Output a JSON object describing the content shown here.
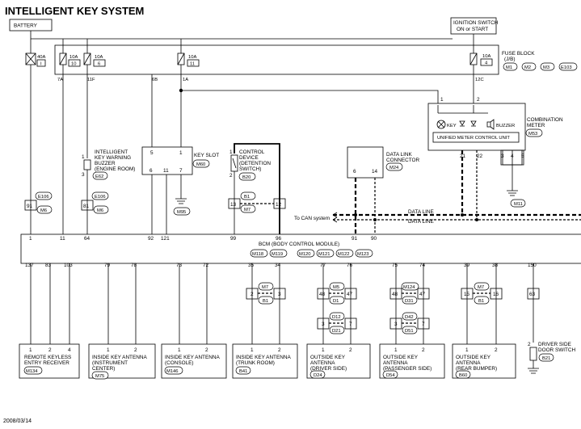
{
  "title": "INTELLIGENT KEY SYSTEM",
  "date": "2008/03/14",
  "battery": "BATTERY",
  "ignition": [
    "IGNITION SWITCH",
    "ON or START"
  ],
  "fuse_block": {
    "label": [
      "FUSE BLOCK",
      "(J/B)"
    ],
    "connectors": [
      "M1",
      "M2",
      "M3",
      "E103"
    ]
  },
  "fusible_link": {
    "amp": "40A",
    "num": "I"
  },
  "fuses": [
    {
      "amp": "10A",
      "num": "10",
      "term": "7A"
    },
    {
      "amp": "10A",
      "num": "6",
      "term": "11F"
    },
    {
      "amp": "10A",
      "num": "11",
      "term": "1A"
    },
    {
      "amp": "10A",
      "num": "4",
      "term": "12C"
    }
  ],
  "fuse_6b": "6B",
  "buzzer": {
    "label": [
      "INTELLIGENT",
      "KEY WARNING",
      "BUZZER",
      "(ENGINE ROOM)"
    ],
    "conn": "E62",
    "pins": [
      "1",
      "3"
    ]
  },
  "key_slot": {
    "label": "KEY SLOT",
    "conn": "M60",
    "pins": [
      "5",
      "1",
      "6",
      "11",
      "7"
    ],
    "ground": "M95"
  },
  "control_device": {
    "label": [
      "CONTROL",
      "DEVICE",
      "(DETENTION",
      "SWITCH)"
    ],
    "conn": "B20",
    "pins": [
      "1",
      "2"
    ]
  },
  "data_link": {
    "label": [
      "DATA LINK",
      "CONNECTOR"
    ],
    "conn": "M24",
    "pins": [
      "6",
      "14"
    ]
  },
  "meter": {
    "label": [
      "COMBINATION",
      "METER"
    ],
    "unit": "UNIFIED METER CONTROL UNIT",
    "conn": "M53",
    "key": "KEY",
    "buzzer": "BUZZER",
    "pins_top": [
      "1",
      "2"
    ],
    "pins_bot": [
      "21",
      "22",
      "3",
      "4",
      "5"
    ],
    "ground": "M11"
  },
  "junctions": [
    {
      "a": "E106",
      "b": "M6",
      "pin": "91"
    },
    {
      "a": "E106",
      "b": "M6",
      "pin": "81"
    },
    {
      "a": "B1",
      "b": "M7",
      "pins": [
        "13",
        "12"
      ]
    }
  ],
  "data_lines": [
    "DATA LINE",
    "DATA LINE"
  ],
  "to_can": "To CAN system",
  "bcm": {
    "label": "BCM (BODY CONTROL MODULE)",
    "conns": [
      "M118",
      "M119",
      "M120",
      "M121",
      "M122",
      "M123"
    ],
    "top_pins": [
      "1",
      "11",
      "64",
      "92",
      "121",
      "99",
      "96",
      "91",
      "90"
    ],
    "bot_pins": [
      "137",
      "83",
      "103",
      "79",
      "78",
      "73",
      "72",
      "35",
      "34",
      "77",
      "76",
      "75",
      "74",
      "39",
      "38",
      "150"
    ]
  },
  "mid_junctions": [
    {
      "top": "M7",
      "bot": "B1",
      "pins": [
        "2",
        "3"
      ]
    },
    {
      "top": "M5",
      "bot": "D1",
      "pins": [
        "48",
        "47"
      ]
    },
    {
      "top": "D12",
      "bot": "D21",
      "pins": [
        "3",
        "7"
      ]
    },
    {
      "top": "M124",
      "bot": "D31",
      "pins": [
        "48",
        "47"
      ]
    },
    {
      "top": "D42",
      "bot": "D51",
      "pins": [
        "3",
        "7"
      ]
    },
    {
      "top": "M7",
      "bot": "B1",
      "pins": [
        "15",
        "16"
      ]
    },
    {
      "pin": "63"
    }
  ],
  "receivers": [
    {
      "label": [
        "REMOTE KEYLESS",
        "ENTRY RECEIVER"
      ],
      "conn": "M134",
      "pins": [
        "1",
        "2",
        "4"
      ]
    },
    {
      "label": [
        "INSIDE KEY ANTENNA",
        "(INSTRUMENT",
        "CENTER)"
      ],
      "conn": "M75",
      "pins": [
        "1",
        "2"
      ]
    },
    {
      "label": [
        "INSIDE KEY ANTENNA",
        "(CONSOLE)"
      ],
      "conn": "M146",
      "pins": [
        "1",
        "2"
      ]
    },
    {
      "label": [
        "INSIDE KEY ANTENNA",
        "(TRUNK ROOM)"
      ],
      "conn": "B41",
      "pins": [
        "1",
        "2"
      ]
    },
    {
      "label": [
        "OUTSIDE KEY",
        "ANTENNA",
        "(DRIVER SIDE)"
      ],
      "conn": "D24",
      "pins": [
        "1",
        "2"
      ]
    },
    {
      "label": [
        "OUTSIDE KEY",
        "ANTENNA",
        "(PASSENGER SIDE)"
      ],
      "conn": "D54",
      "pins": [
        "1",
        "2"
      ]
    },
    {
      "label": [
        "OUTSIDE KEY",
        "ANTENNA",
        "(REAR BUMPER)"
      ],
      "conn": "B60",
      "pins": [
        "1",
        "2"
      ]
    }
  ],
  "door_switch": {
    "label": [
      "DRIVER SIDE",
      "DOOR SWITCH"
    ],
    "conn": "B21",
    "pins": [
      "2"
    ]
  }
}
